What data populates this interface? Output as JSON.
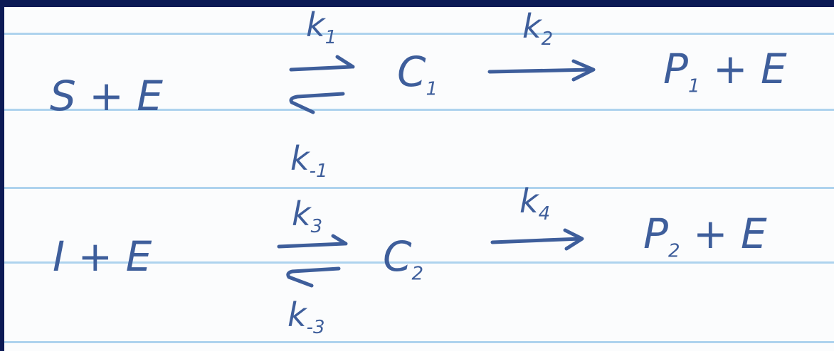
{
  "colors": {
    "ink": "#3e5e9b",
    "paper": "#fbfcfd",
    "rule_line": "#aed3ee",
    "frame": "#0c1a55"
  },
  "reaction1": {
    "reactants": "S + E",
    "forward_rate": {
      "base": "k",
      "sub": "1"
    },
    "reverse_rate": {
      "base": "k",
      "sub": "-1"
    },
    "complex": {
      "base": "C",
      "sub": "1"
    },
    "catalytic_rate": {
      "base": "k",
      "sub": "2"
    },
    "product": {
      "base": "P",
      "sub": "1"
    },
    "product_tail": "+ E"
  },
  "reaction2": {
    "reactants": "I + E",
    "forward_rate": {
      "base": "k",
      "sub": "3"
    },
    "reverse_rate": {
      "base": "k",
      "sub": "-3"
    },
    "complex": {
      "base": "C",
      "sub": "2"
    },
    "catalytic_rate": {
      "base": "k",
      "sub": "4"
    },
    "product": {
      "base": "P",
      "sub": "2"
    },
    "product_tail": "+ E"
  }
}
